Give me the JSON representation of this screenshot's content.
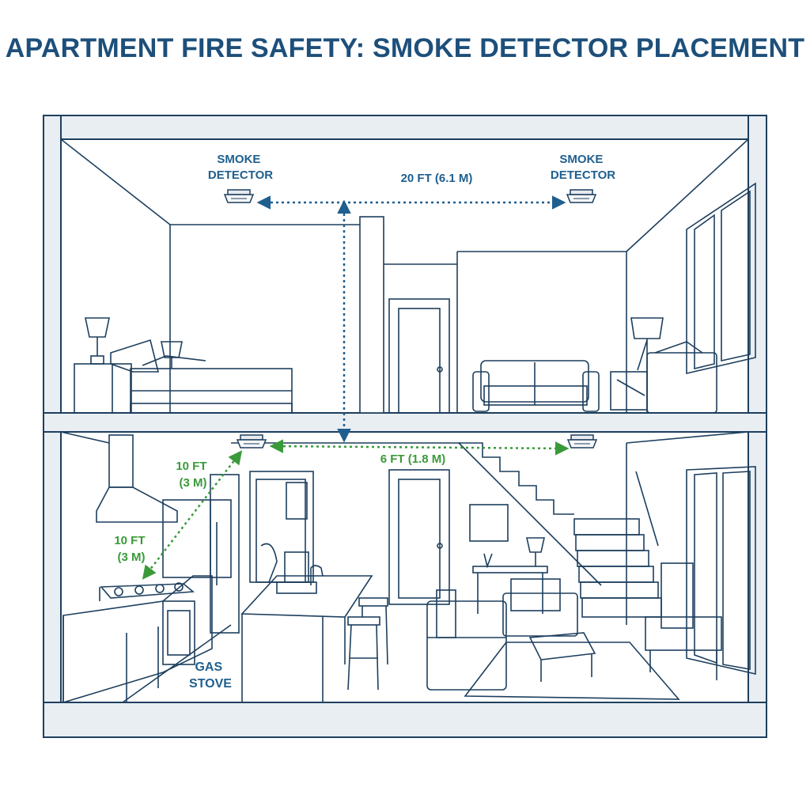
{
  "title": "APARTMENT FIRE SAFETY: SMOKE DETECTOR PLACEMENT",
  "labels": {
    "detector_upper_left": [
      "SMOKE",
      "DETECTOR"
    ],
    "detector_upper_right": [
      "SMOKE",
      "DETECTOR"
    ],
    "distance_upper": "20 FT (6.1 M)",
    "distance_lower": "6 FT (1.8 M)",
    "kitchen_distance_upper": [
      "10 FT",
      "(3 M)"
    ],
    "kitchen_distance_lower": [
      "10 FT",
      "(3 M)"
    ],
    "gas_stove": [
      "GAS",
      "STOVE"
    ]
  },
  "colors": {
    "outline": "#1d3f5e",
    "title": "#1d4f7a",
    "label_blue": "#1f5f8f",
    "measure_green": "#3a9a3a",
    "wall_fill": "#e9eef2"
  },
  "icons": {
    "detector": "smoke-detector-icon",
    "arrow": "dotted-measurement-arrow"
  }
}
